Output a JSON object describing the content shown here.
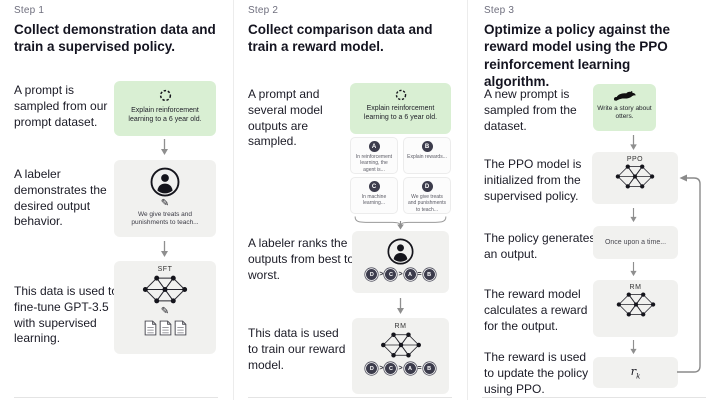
{
  "colors": {
    "prompt_box_green": "#d9efd3",
    "node_box_gray": "#f1f1ef",
    "heading_text": "#141420",
    "step_label_muted": "#6f6f7e",
    "arrow_gray": "#8f8f8f"
  },
  "step1": {
    "label": "Step 1",
    "heading": "Collect demonstration data and train a supervised policy.",
    "caption_prompt": "A prompt is sampled from our prompt dataset.",
    "prompt_text": "Explain reinforcement learning to a 6 year old.",
    "caption_labeler": "A labeler demonstrates the desired output behavior.",
    "labeler_text": "We give treats and punishments to teach...",
    "caption_sft": "This data is used to fine-tune GPT-3.5 with supervised learning.",
    "sft_label": "SFT"
  },
  "step2": {
    "label": "Step 2",
    "heading": "Collect comparison data and train a reward model.",
    "caption_prompt": "A prompt and several model outputs are sampled.",
    "prompt_text": "Explain reinforcement learning to a 6 year old.",
    "outputs": [
      {
        "letter": "A",
        "text": "In reinforcement learning, the agent is..."
      },
      {
        "letter": "B",
        "text": "Explain rewards..."
      },
      {
        "letter": "C",
        "text": "In machine learning..."
      },
      {
        "letter": "D",
        "text": "We give treats and punishments to teach..."
      }
    ],
    "caption_rank": "A labeler ranks the outputs from best to worst.",
    "ranking": {
      "letters": [
        "D",
        "C",
        "A",
        "B"
      ],
      "separators": [
        ">",
        ">",
        "="
      ]
    },
    "caption_rm": "This data is used to train our reward model.",
    "rm_label": "RM"
  },
  "step3": {
    "label": "Step 3",
    "heading": "Optimize a policy against the reward model using the PPO reinforcement learning algorithm.",
    "caption_prompt": "A new prompt is sampled from the dataset.",
    "prompt_text": "Write a story about otters.",
    "caption_ppo": "The PPO model is initialized from the supervised policy.",
    "ppo_label": "PPO",
    "caption_output": "The policy generates an output.",
    "output_text": "Once upon a time...",
    "caption_reward": "The reward model calculates a reward for the output.",
    "rm_label": "RM",
    "caption_update": "The reward is used to update the policy using PPO.",
    "reward_symbol_base": "r",
    "reward_symbol_sub": "k"
  }
}
